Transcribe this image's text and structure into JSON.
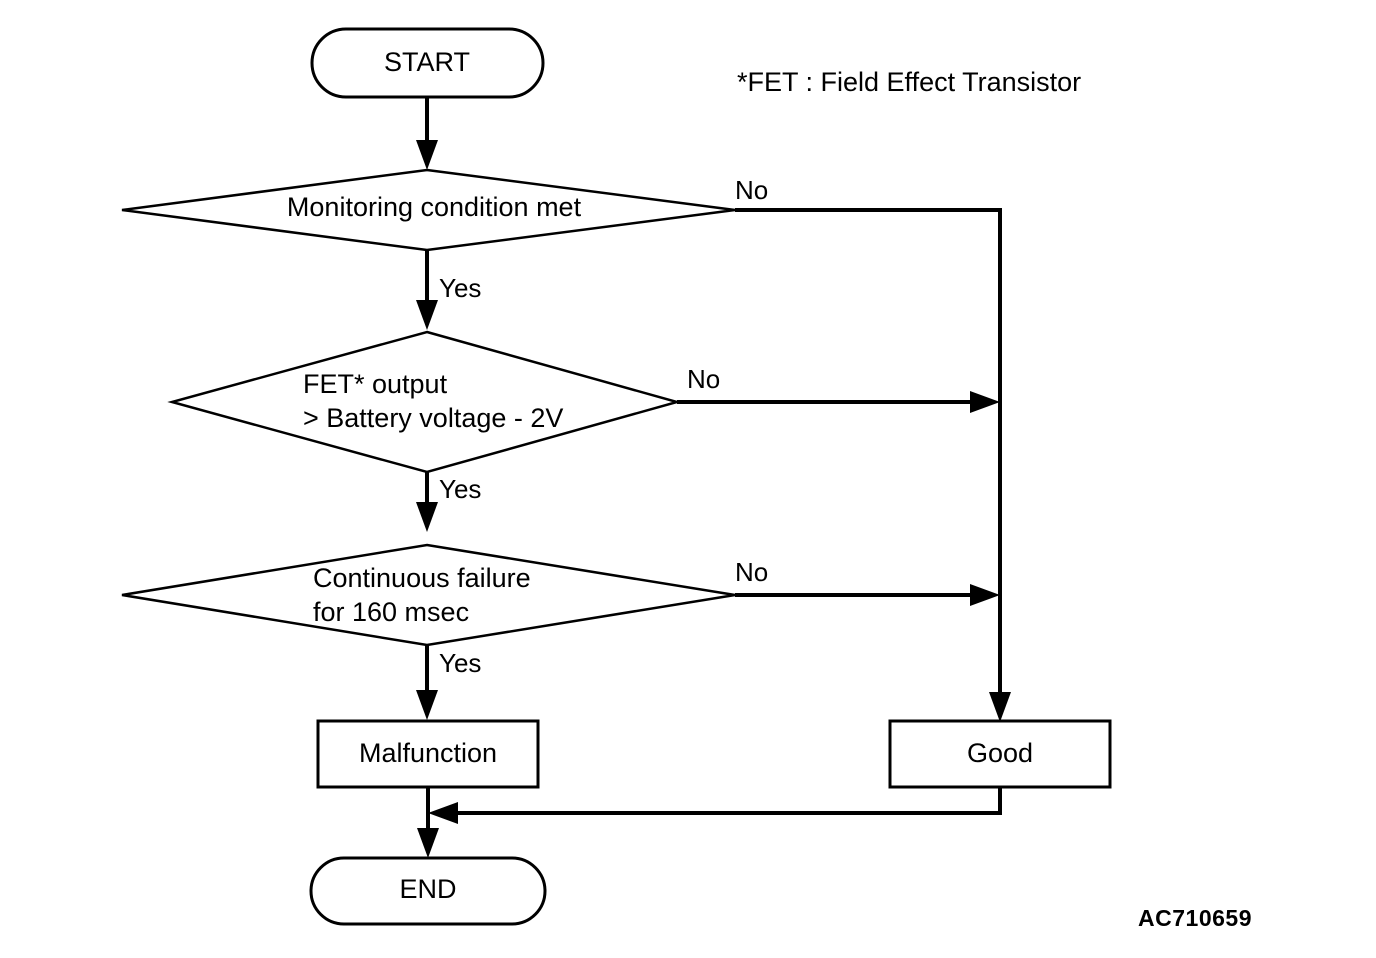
{
  "diagram": {
    "type": "flowchart",
    "title": "",
    "legend": {
      "note": "*FET : Field Effect Transistor"
    },
    "figure_code": "AC710659",
    "colors": {
      "stroke": "#000000",
      "fill": "#ffffff",
      "text": "#000000"
    },
    "nodes": {
      "start": {
        "shape": "terminator",
        "label": "START"
      },
      "decision1": {
        "shape": "decision",
        "label": "Monitoring condition met"
      },
      "decision2": {
        "shape": "decision",
        "label_line1": "FET* output",
        "label_line2": "> Battery voltage - 2V"
      },
      "decision3": {
        "shape": "decision",
        "label_line1": "Continuous failure",
        "label_line2": "for 160 msec"
      },
      "malfunction": {
        "shape": "process",
        "label": "Malfunction"
      },
      "good": {
        "shape": "process",
        "label": "Good"
      },
      "end": {
        "shape": "terminator",
        "label": "END"
      }
    },
    "edge_labels": {
      "d1_yes": "Yes",
      "d1_no": "No",
      "d2_yes": "Yes",
      "d2_no": "No",
      "d3_yes": "Yes",
      "d3_no": "No"
    }
  }
}
